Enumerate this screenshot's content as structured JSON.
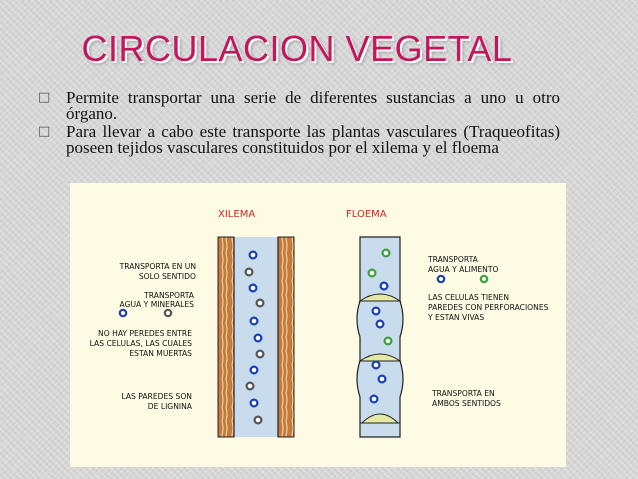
{
  "slide": {
    "title": "CIRCULACION VEGETAL",
    "bullet_icon": "square-bullet-icon",
    "bullets": [
      "Permite transportar una serie de diferentes  sustancias  a uno u otro órgano.",
      "Para llevar a cabo este transporte  las plantas vasculares (Traqueofitas)  poseen tejidos vasculares  constituidos por el xilema  y el floema"
    ]
  },
  "figure": {
    "xilema_title": "XILEMA",
    "floema_title": "FLOEMA",
    "left_labels": [
      [
        "TRANSPORTA EN UN",
        "SOLO SENTIDO"
      ],
      [
        "TRANSPORTA",
        "AGUA Y MINERALES"
      ],
      [
        "NO HAY PEREDES ENTRE",
        "LAS CELULAS, LAS CUALES",
        "ESTAN MUERTAS"
      ],
      [
        "LAS PAREDES SON",
        "DE LIGNINA"
      ]
    ],
    "right_labels": [
      [
        "TRANSPORTA",
        "AGUA Y ALIMENTO"
      ],
      [
        "LAS CELULAS TIENEN",
        "PAREDES CON PERFORACIONES",
        "Y ESTAN VIVAS"
      ],
      [
        "TRANSPORTA EN",
        "AMBOS SENTIDOS"
      ]
    ],
    "colors": {
      "title": "#c2185b",
      "vessel": "#c8dcee",
      "wood": "#c47a3c",
      "water_dot": "#1a3fb0",
      "mineral_dot": "#555555",
      "food_dot": "#3aa23a",
      "sieve_plate": "#e4eaa6",
      "heading": "#c62828"
    }
  }
}
